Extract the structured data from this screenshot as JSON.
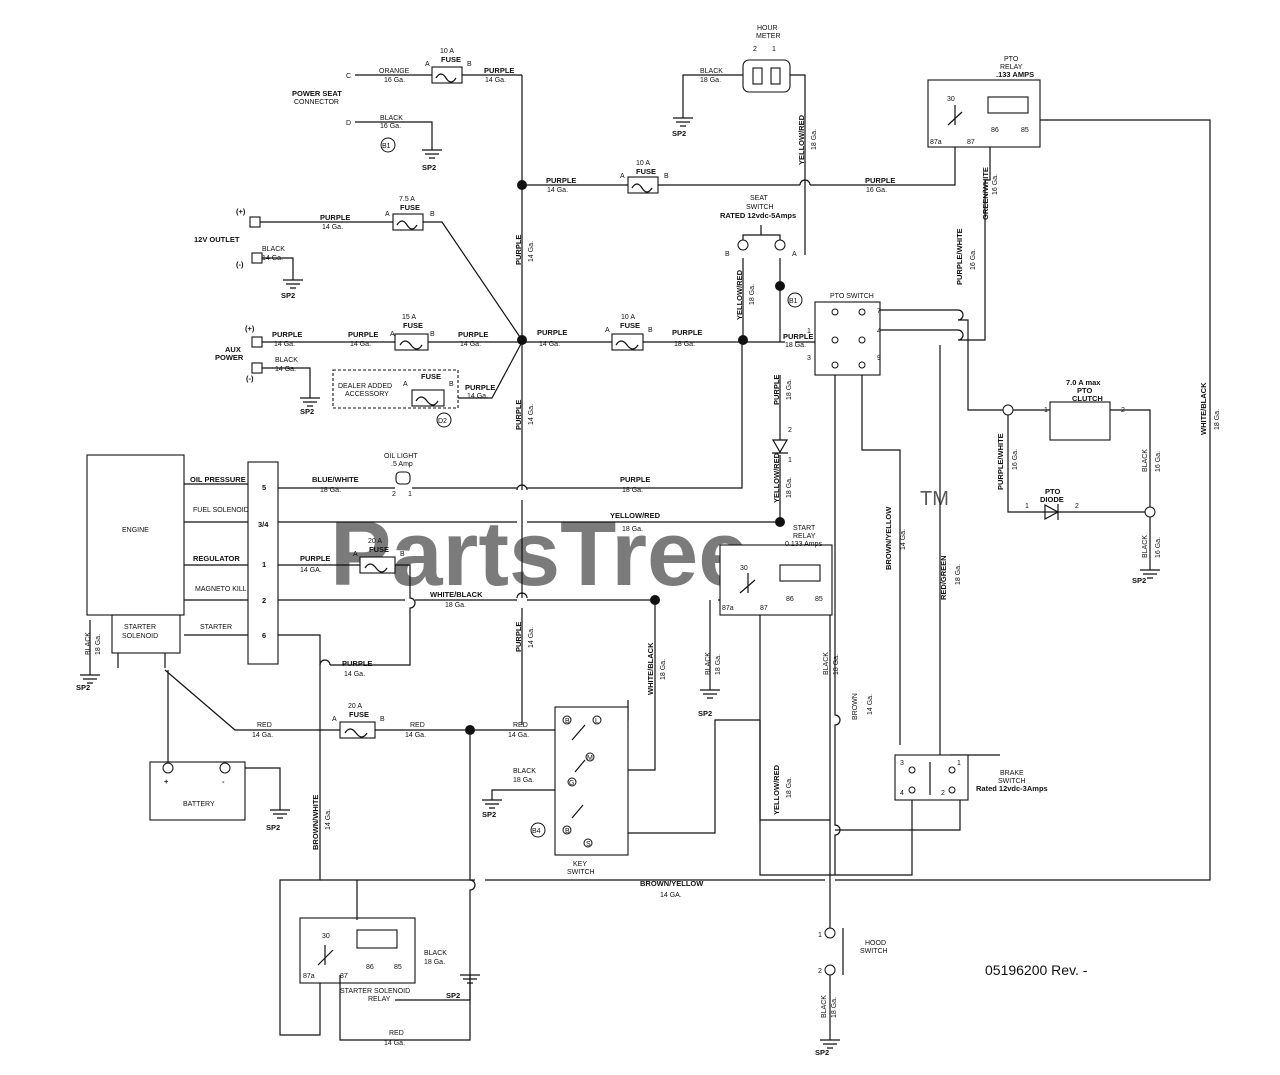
{
  "watermark": "PartsTree",
  "watermark_tm": "TM",
  "revision": "05196200 Rev. -",
  "ground": "SP2",
  "components": {
    "engine": "ENGINE",
    "starter_solenoid": [
      "STARTER",
      "SOLENOID"
    ],
    "battery": "BATTERY",
    "battery_pos": "+",
    "battery_neg": "-",
    "hour_meter": [
      "HOUR",
      "METER"
    ],
    "power_seat_connector": [
      "POWER SEAT",
      "CONNECTOR"
    ],
    "outlet": "12V OUTLET",
    "aux_power": [
      "AUX",
      "POWER"
    ],
    "dealer_accessory": [
      "DEALER ADDED",
      "ACCESSORY"
    ],
    "seat_switch": [
      "SEAT",
      "SWITCH",
      "RATED 12vdc-5Amps"
    ],
    "pto_switch": "PTO SWITCH",
    "pto_relay": [
      "PTO",
      "RELAY",
      ".133 AMPS"
    ],
    "pto_clutch": [
      "7.0 A max",
      "PTO",
      "CLUTCH"
    ],
    "pto_diode": [
      "PTO",
      "DIODE"
    ],
    "start_relay": [
      "START",
      "RELAY",
      "0.133 Amps"
    ],
    "key_switch": [
      "KEY",
      "SWITCH"
    ],
    "brake_switch": [
      "BRAKE",
      "SWITCH",
      "Rated 12vdc-3Amps"
    ],
    "hood_switch": [
      "HOOD",
      "SWITCH"
    ],
    "starter_relay": [
      "STARTER SOLENOID",
      "RELAY"
    ],
    "oil_light": [
      "OIL LIGHT",
      ".5 Amp"
    ],
    "plus": "(+)",
    "minus": "(-)"
  },
  "engine_pins": [
    {
      "name": "OIL PRESSURE",
      "pin": "5"
    },
    {
      "name": "FUEL SOLENOID",
      "pin": "3/4"
    },
    {
      "name": "REGULATOR",
      "pin": "1"
    },
    {
      "name": "MAGNETO KILL",
      "pin": "2"
    },
    {
      "name": "STARTER",
      "pin": "6"
    }
  ],
  "fuses": {
    "f1": {
      "rating": "10 A",
      "label": "FUSE"
    },
    "f2": {
      "rating": "10 A",
      "label": "FUSE"
    },
    "f3": {
      "rating": "7.5 A",
      "label": "FUSE"
    },
    "f4": {
      "rating": "15 A",
      "label": "FUSE"
    },
    "f5": {
      "rating": "10 A",
      "label": "FUSE"
    },
    "f6": {
      "label": "FUSE"
    },
    "f7": {
      "rating": "20 A",
      "label": "FUSE"
    },
    "f8": {
      "rating": "20 A",
      "label": "FUSE"
    }
  },
  "relay_pins": {
    "p30": "30",
    "p87a": "87a",
    "p87": "87",
    "p86": "86",
    "p85": "85"
  },
  "letters": {
    "A": "A",
    "B": "B",
    "C": "C",
    "D": "D",
    "n1": "1",
    "n2": "2",
    "n3": "3",
    "n4": "4",
    "n5": "5",
    "n6": "6",
    "n7": "7",
    "n8": "8",
    "n9": "9"
  },
  "connectors": {
    "b1": "B1",
    "b4": "B4",
    "d2": "D2"
  },
  "key_letters": {
    "B": "B",
    "L": "L",
    "M": "M",
    "G": "G",
    "A": "A",
    "S": "S"
  },
  "wires": {
    "orange": "ORANGE",
    "purple": "PURPLE",
    "black": "BLACK",
    "yellow_red": "YELLOW/RED",
    "blue_white": "BLUE/WHITE",
    "white_black": "WHITE/BLACK",
    "red": "RED",
    "brown_white": "BROWN/WHITE",
    "brown_yellow": "BROWN/YELLOW",
    "brown": "BROWN",
    "red_green": "RED/GREEN",
    "purple_white": "PURPLE/WHITE",
    "green_white": "GREEN/WHITE",
    "g14": "14 Ga.",
    "g16": "16 Ga.",
    "g18": "18 Ga.",
    "g14b": "14 GA.",
    "g14c": "14 GA."
  }
}
